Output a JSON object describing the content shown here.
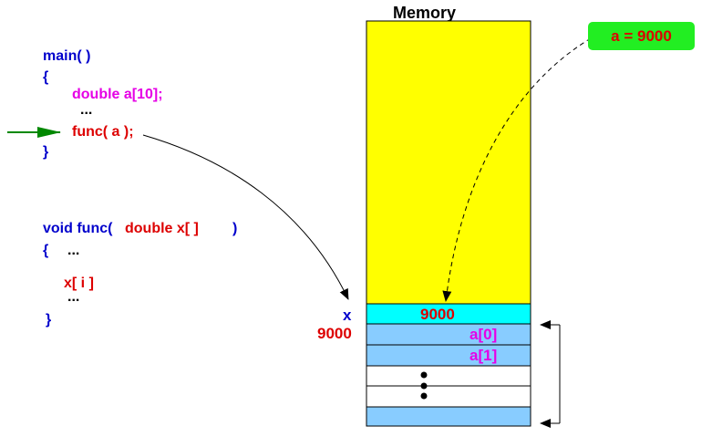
{
  "code": {
    "main_sig": "main( )",
    "open1": "{",
    "decl": "double a[10];",
    "ellipsis1": "...",
    "call": "func( a );",
    "close1": "}",
    "func_sig_a": "void func(",
    "func_sig_b": "double x[ ]",
    "func_sig_c": ")",
    "open2": "{",
    "ellipsis2": "...",
    "access": "x[ i ]",
    "ellipsis3": "...",
    "close2": "}"
  },
  "memory": {
    "title": "Memory",
    "x_label": "x",
    "x_value_label": "9000",
    "x_cell_value": "9000",
    "cell_a0": "a[0]",
    "cell_a1": "a[1]",
    "vertical_dots": "⋮"
  },
  "callout": {
    "text": "a = 9000"
  },
  "colors": {
    "keyword_blue": "#0000cc",
    "array_magenta": "#e600e6",
    "call_red": "#dd0000",
    "memory_yellow": "#ffff00",
    "pointer_cyan": "#00ffff",
    "array_lightblue": "#88ccff",
    "callout_green": "#22ee22",
    "arrow_green": "#008800"
  }
}
